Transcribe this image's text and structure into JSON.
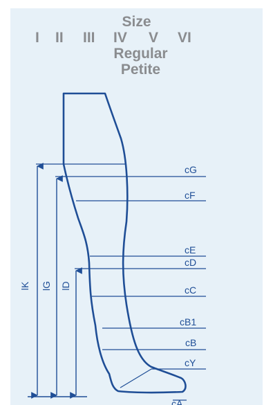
{
  "header": {
    "size_title": "Size",
    "size_numerals": [
      "I",
      "II",
      "III",
      "IV",
      "V",
      "VI"
    ],
    "fit_regular": "Regular",
    "fit_petite": "Petite"
  },
  "circumference_labels": {
    "cG": "cG",
    "cF": "cF",
    "cE": "cE",
    "cD": "cD",
    "cC": "cC",
    "cB1": "cB1",
    "cB": "cB",
    "cY": "cY",
    "cA": "cA"
  },
  "length_labels": {
    "lK": "lK",
    "lG": "lG",
    "lD": "lD"
  },
  "colors": {
    "panel_background": "#e7f1f8",
    "outline": "#1f4e96",
    "header_text": "#8a8c8f"
  }
}
